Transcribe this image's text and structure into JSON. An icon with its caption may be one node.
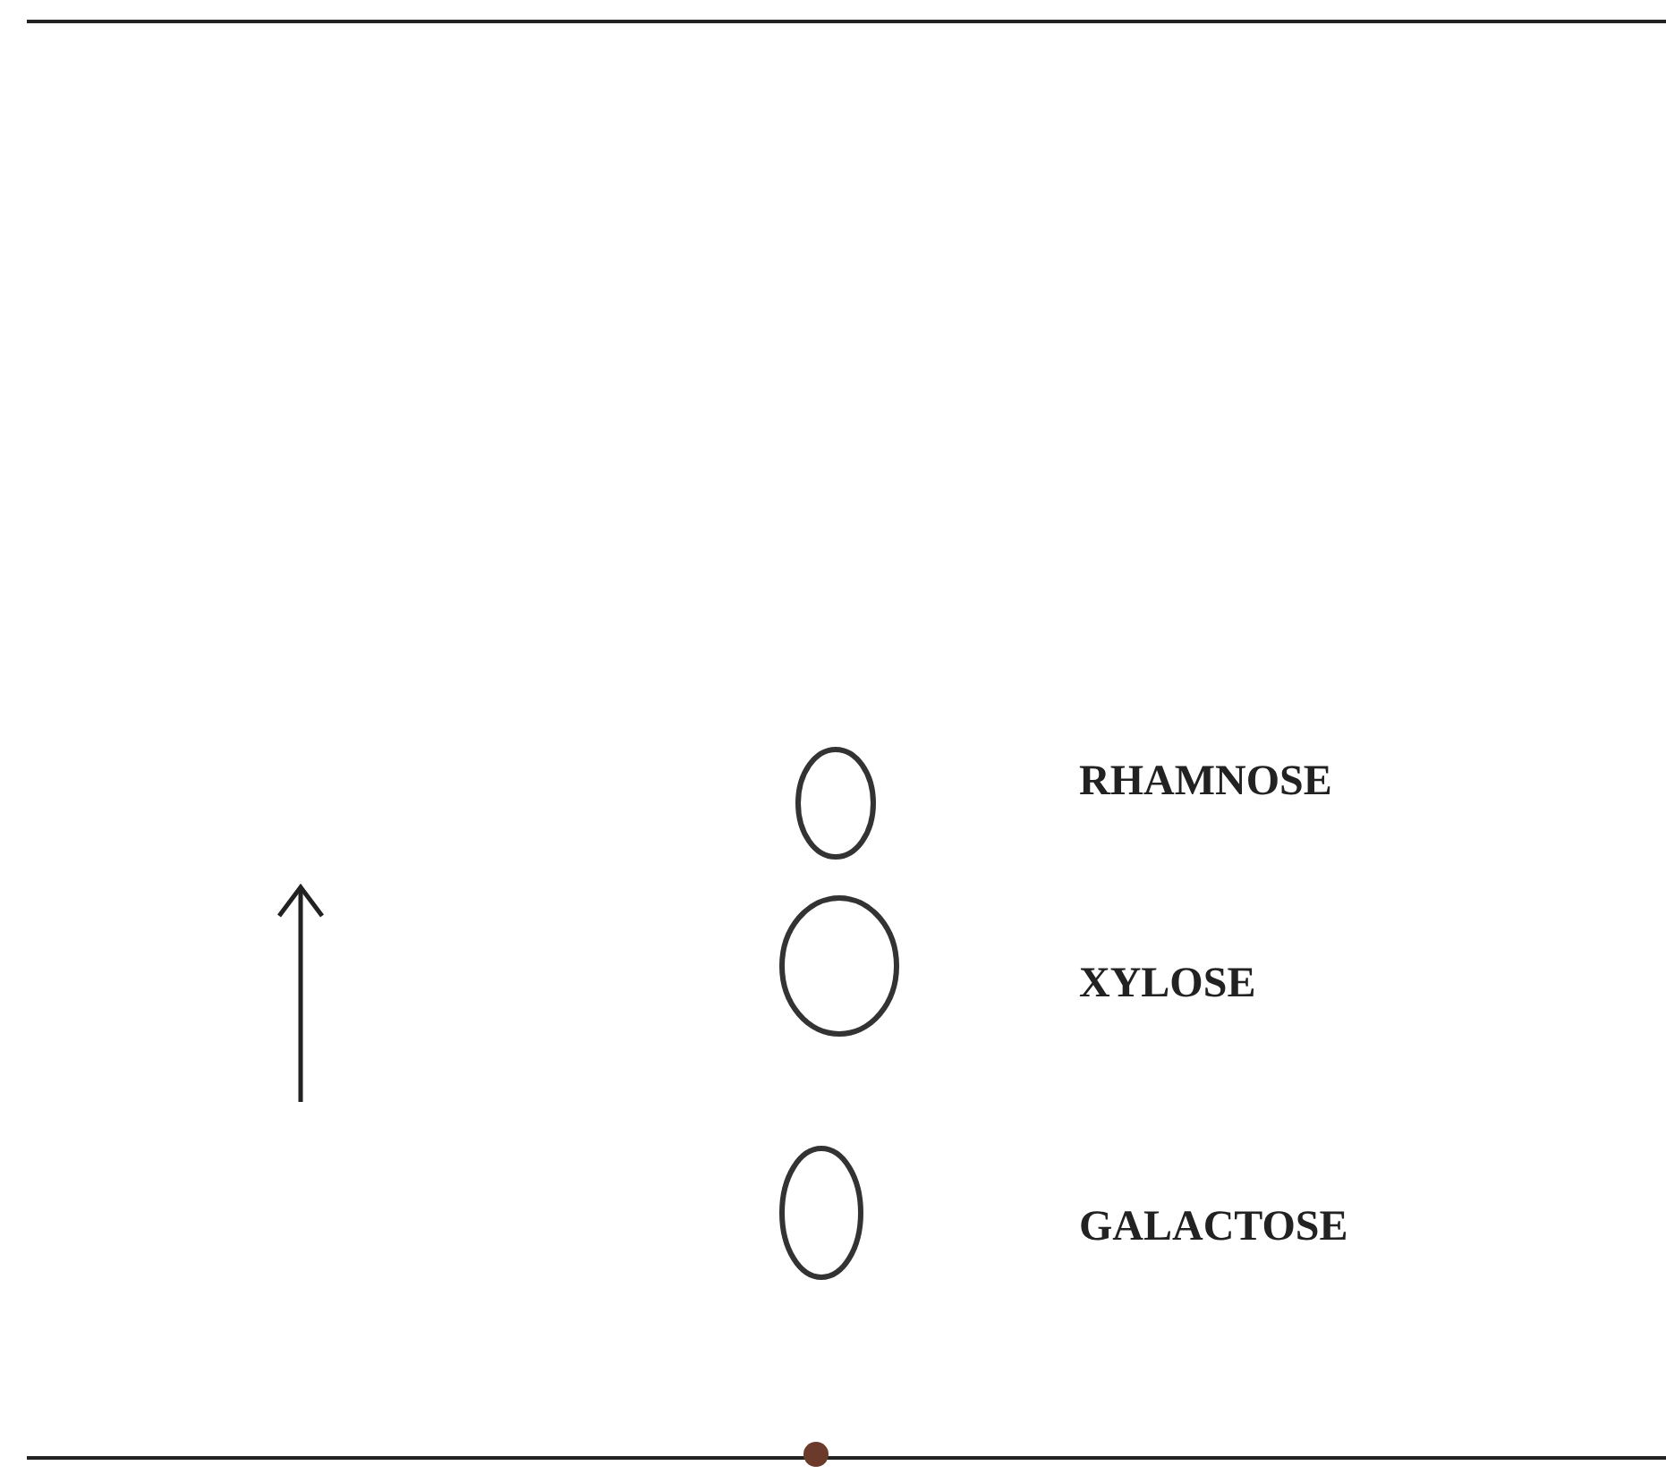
{
  "diagram": {
    "nodes": [
      {
        "text": [],
        "shape": "circle"
      },
      {
        "text": [],
        "shape": "circle"
      },
      {
        "text": [],
        "shape": "circle"
      }
    ],
    "labels": [
      "RHAMNOSE",
      "XYLOSE",
      "GALACTOSE"
    ]
  }
}
